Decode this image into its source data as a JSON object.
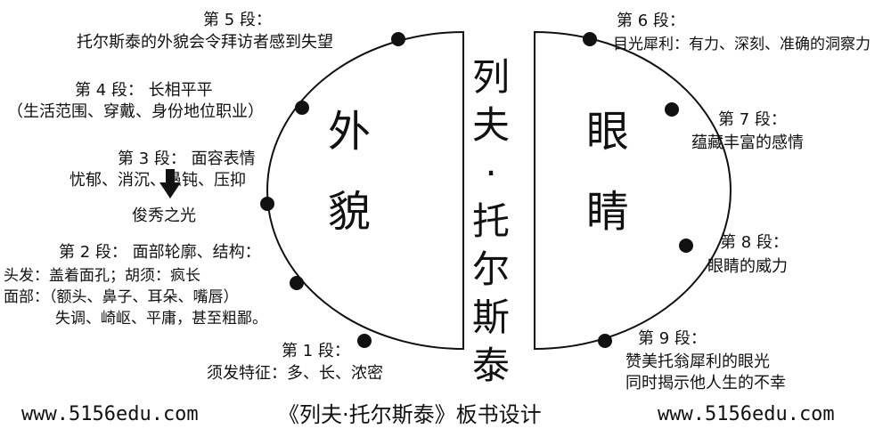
{
  "title_chars": [
    "列",
    "夫",
    "·",
    "托",
    "尔",
    "斯",
    "泰"
  ],
  "left_half_label": "外\n貌",
  "left_half_chars": [
    "外",
    "貌"
  ],
  "right_half_chars": [
    "眼",
    "睛"
  ],
  "sections": {
    "s5": {
      "title": "第 5 段：",
      "line1": "托尔斯泰的外貌会令拜访者感到失望"
    },
    "s4": {
      "title": "第 4 段：  长相平平",
      "line1": "（生活范围、穿戴、身份地位职业）"
    },
    "s3": {
      "title": "第 3 段：  面容表情",
      "line1": "忧郁、消沉、愚钝、压抑",
      "line2": "俊秀之光"
    },
    "s2": {
      "title": "第 2 段：  面部轮廓、结构：",
      "line1": "头发：盖着面孔；胡须：疯长",
      "line2": "面部：（额头、鼻子、耳朵、嘴唇）",
      "line3": "失调、崎岖、平庸，甚至粗鄙。"
    },
    "s1": {
      "title": "第 1 段：",
      "line1": "须发特征：多、长、浓密"
    },
    "s6": {
      "title": "第 6 段：",
      "line1": "目光犀利：有力、深刻、准确的洞察力"
    },
    "s7": {
      "title": "第 7 段：",
      "line1": "蕴藏丰富的感情"
    },
    "s8": {
      "title": "第 8 段：",
      "line1": "眼睛的威力"
    },
    "s9": {
      "title": "第 9 段：",
      "line1": "赞美托翁犀利的眼光",
      "line2": "同时揭示他人生的不幸"
    }
  },
  "footer": {
    "left_url": "www.5156edu.com",
    "caption": "《列夫·托尔斯泰》板书设计",
    "right_url": "www.5156edu.com"
  }
}
